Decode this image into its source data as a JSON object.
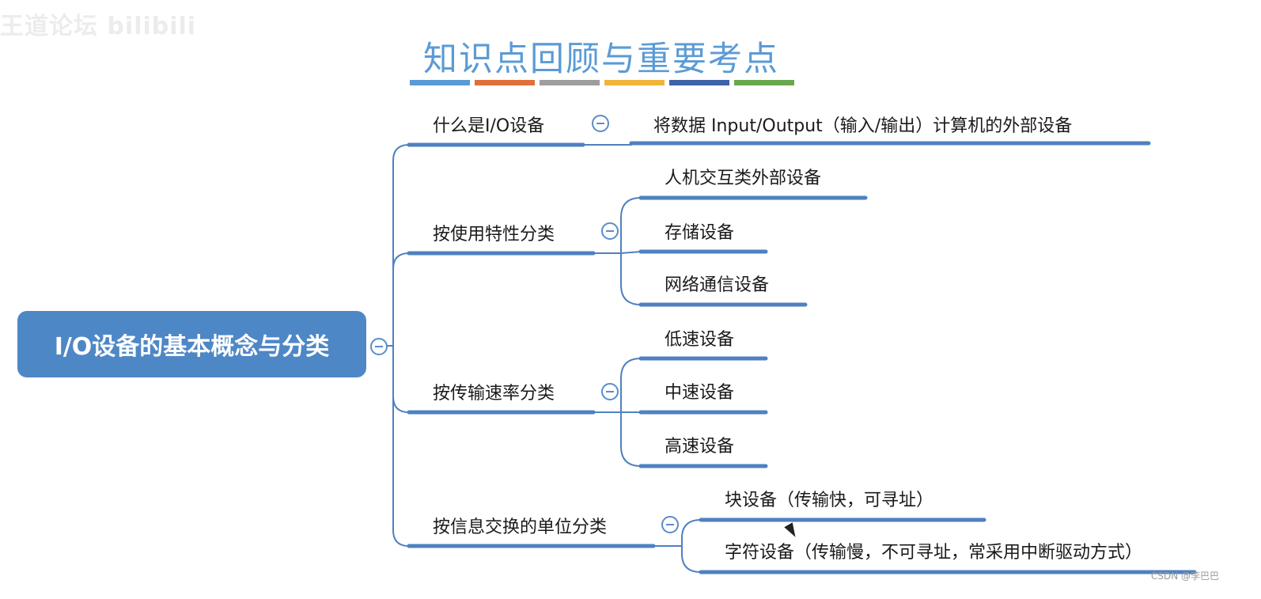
{
  "watermark": "王道论坛 bilibili",
  "title": "知识点回顾与重要考点",
  "title_bar_colors": [
    "#5b9bd5",
    "#e0703a",
    "#9e9e9e",
    "#f0b43a",
    "#3d63a8",
    "#6aa84f"
  ],
  "root": {
    "label": "I/O设备的基本概念与分类"
  },
  "branches": [
    {
      "label": "什么是I/O设备",
      "children": [
        "将数据 Input/Output（输入/输出）计算机的外部设备"
      ]
    },
    {
      "label": "按使用特性分类",
      "children": [
        "人机交互类外部设备",
        "存储设备",
        "网络通信设备"
      ]
    },
    {
      "label": "按传输速率分类",
      "children": [
        "低速设备",
        "中速设备",
        "高速设备"
      ]
    },
    {
      "label": "按信息交换的单位分类",
      "children": [
        "块设备（传输快，可寻址）",
        "字符设备（传输慢，不可寻址，常采用中断驱动方式）"
      ]
    }
  ],
  "credit": "CSDN @李巴巴",
  "line_color": "#4f81c0"
}
